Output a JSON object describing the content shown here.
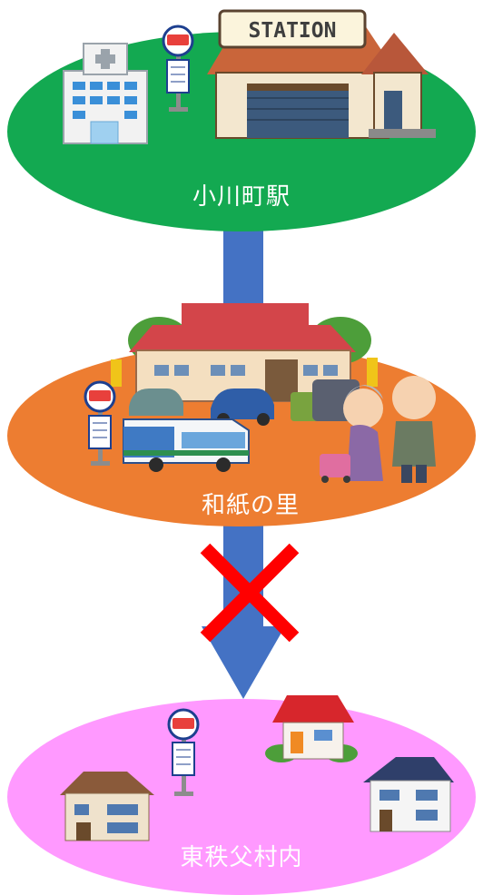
{
  "nodes": [
    {
      "id": "station",
      "label": "小川町駅",
      "color": "#13a951"
    },
    {
      "id": "washi",
      "label": "和紙の里",
      "color": "#ed7d31"
    },
    {
      "id": "higashichichibu",
      "label": "東秩父村内",
      "color": "#ff99ff"
    }
  ],
  "station_sign_text": "STATION",
  "colors": {
    "arrow": "#4472c4",
    "cross": "#ff0000",
    "bus_stop_sign": "#e8403c"
  },
  "connections": [
    {
      "from": "station",
      "to": "washi",
      "status": "open"
    },
    {
      "from": "washi",
      "to": "higashichichibu",
      "status": "blocked"
    }
  ]
}
